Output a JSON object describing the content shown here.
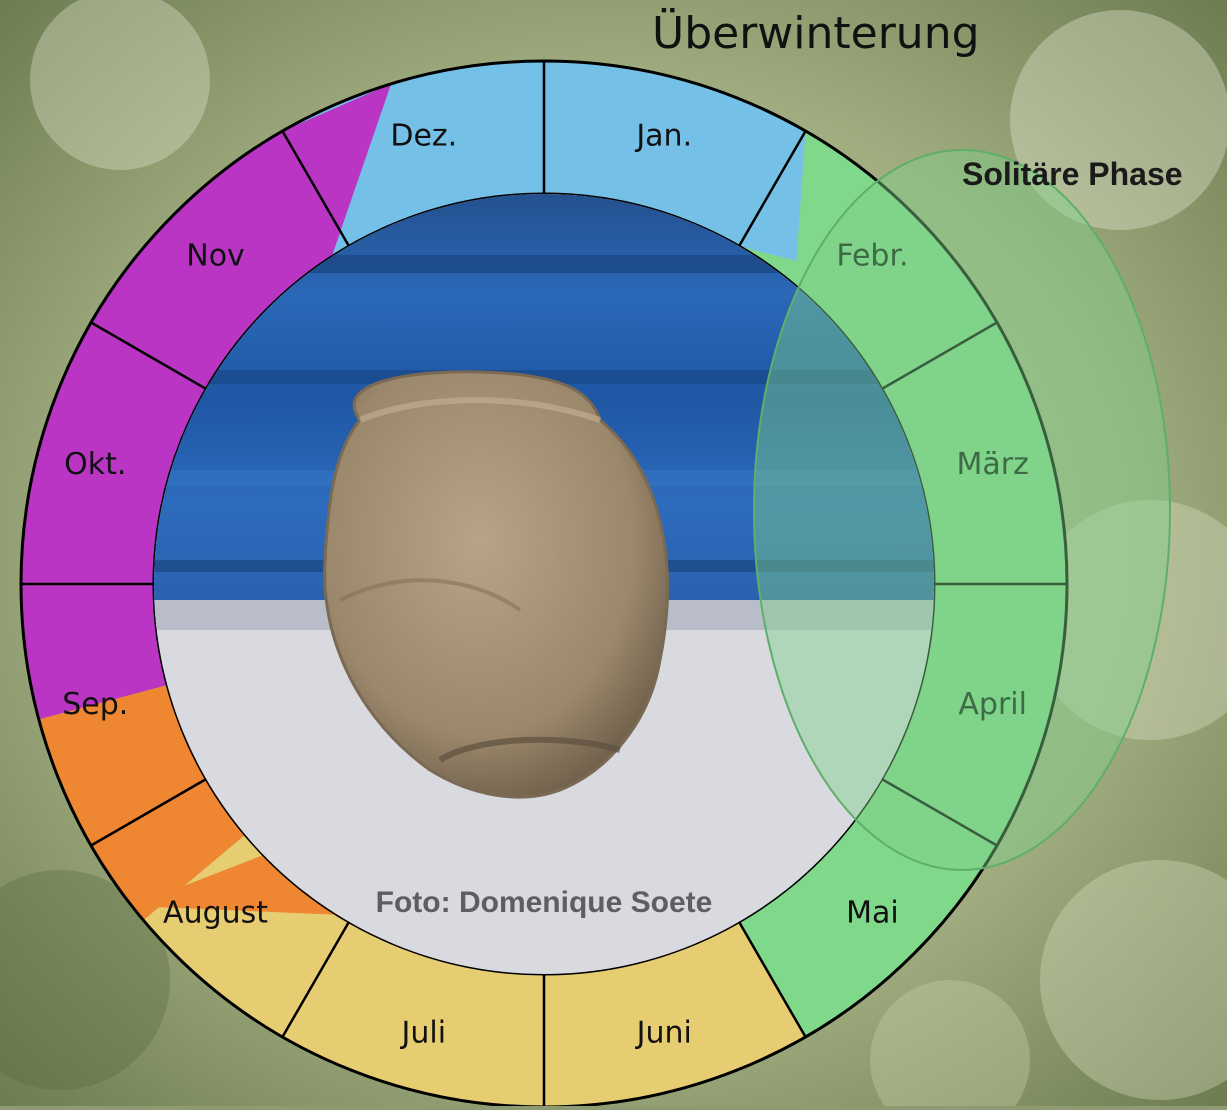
{
  "titles": {
    "overwintering": "Überwinterung",
    "solitary_phase": "Solitäre Phase"
  },
  "photo_credit": "Foto: Domenique Soete",
  "months": [
    {
      "key": "jan",
      "label": "Jan."
    },
    {
      "key": "febr",
      "label": "Febr."
    },
    {
      "key": "maerz",
      "label": "März"
    },
    {
      "key": "april",
      "label": "April"
    },
    {
      "key": "mai",
      "label": "Mai"
    },
    {
      "key": "juni",
      "label": "Juni"
    },
    {
      "key": "juli",
      "label": "Juli"
    },
    {
      "key": "august",
      "label": "August"
    },
    {
      "key": "sep",
      "label": "Sep."
    },
    {
      "key": "okt",
      "label": "Okt."
    },
    {
      "key": "nov",
      "label": "Nov"
    },
    {
      "key": "dez",
      "label": "Dez."
    }
  ],
  "colors": {
    "overwintering": "#74c0e6",
    "solitary": "#80d88b",
    "summer": "#e7cd72",
    "late_summer": "#ef8631",
    "autumn": "#ba35c4",
    "highlight_ellipse": "#7ed08a",
    "photo_wall": "#1f5fb0",
    "photo_sill": "#dedfe4",
    "nest": "#a18d72"
  }
}
